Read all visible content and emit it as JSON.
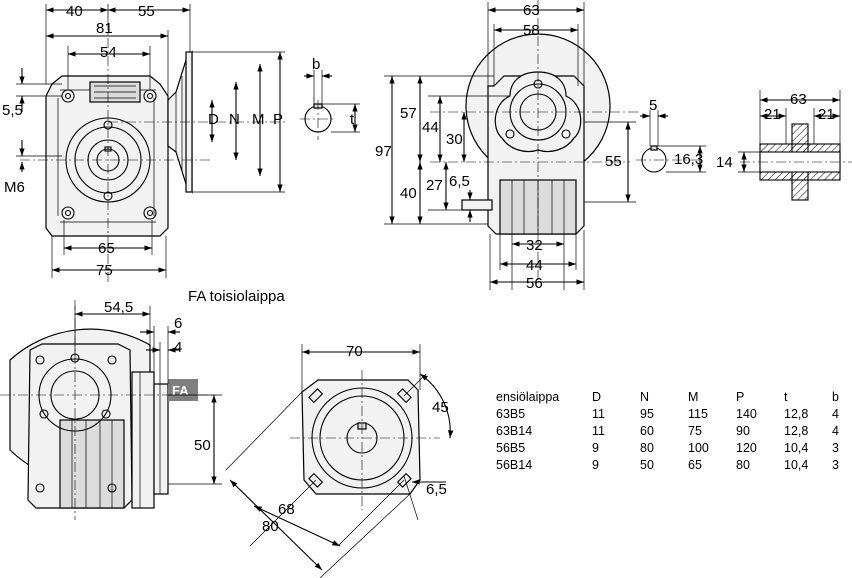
{
  "flange_title": "FA toisiolaippa",
  "flange_badge": "FA",
  "dims": {
    "d40": "40",
    "d55": "55",
    "d81": "81",
    "d54": "54",
    "d5_5": "5,5",
    "m6": "M6",
    "d65": "65",
    "d75": "75",
    "lbl_D": "D",
    "lbl_N": "N",
    "lbl_M": "M",
    "lbl_P": "P",
    "lbl_b": "b",
    "lbl_t": "t",
    "d63": "63",
    "d58": "58",
    "d57": "57",
    "d44": "44",
    "d30": "30",
    "d97": "97",
    "d27": "27",
    "d6_5": "6,5",
    "d40b": "40",
    "d55b": "55",
    "d32": "32",
    "d44b": "44",
    "d56": "56",
    "k5": "5",
    "k16_3": "16,3",
    "s63": "63",
    "s21a": "21",
    "s21b": "21",
    "s14": "14",
    "f54_5": "54,5",
    "f6": "6",
    "f4": "4",
    "f50": "50",
    "p70": "70",
    "p45": "45",
    "p6_5": "6,5",
    "p68": "68",
    "p80": "80"
  },
  "table": {
    "headers": [
      "ensiölaippa",
      "D",
      "N",
      "M",
      "P",
      "t",
      "b"
    ],
    "rows": [
      [
        "63B5",
        "11",
        "95",
        "115",
        "140",
        "12,8",
        "4"
      ],
      [
        "63B14",
        "11",
        "60",
        "75",
        "90",
        "12,8",
        "4"
      ],
      [
        "56B5",
        "9",
        "80",
        "100",
        "120",
        "10,4",
        "3"
      ],
      [
        "56B14",
        "9",
        "50",
        "65",
        "80",
        "10,4",
        "3"
      ]
    ]
  }
}
